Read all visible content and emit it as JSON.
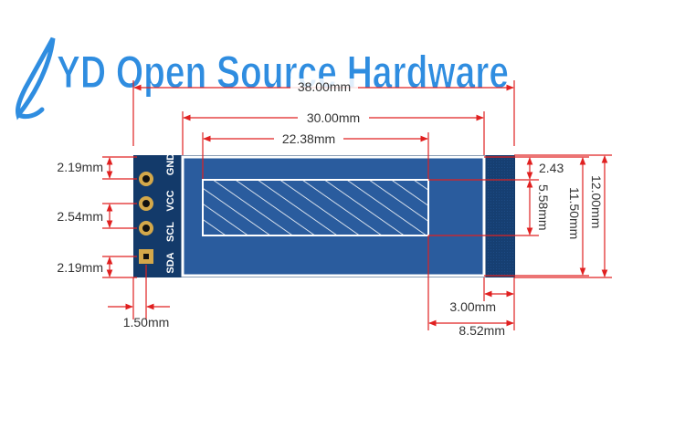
{
  "brand": {
    "text": "YD Open Source Hardware",
    "color": "#2f8de0",
    "logo_icon": "feather-pen-icon"
  },
  "board": {
    "pcb_color": "#133a6a",
    "display_color": "#2a5c9e",
    "pins": [
      "SDA",
      "SCL",
      "VCC",
      "GND"
    ]
  },
  "colors": {
    "dimension_line": "#e02020",
    "dimension_text": "#333333"
  },
  "dimensions": {
    "total_length": "38.00mm",
    "display_width": "30.00mm",
    "active_area_width": "22.38mm",
    "pin_top_margin": "2.19mm",
    "pin_pitch": "2.54mm",
    "pin_bottom_margin": "2.19mm",
    "pin_edge_offset": "1.50mm",
    "active_top_offset": "2.43",
    "active_height": "5.58mm",
    "display_height": "11.50mm",
    "board_height": "12.00mm",
    "right_margin": "3.00mm",
    "active_right_offset": "8.52mm"
  }
}
